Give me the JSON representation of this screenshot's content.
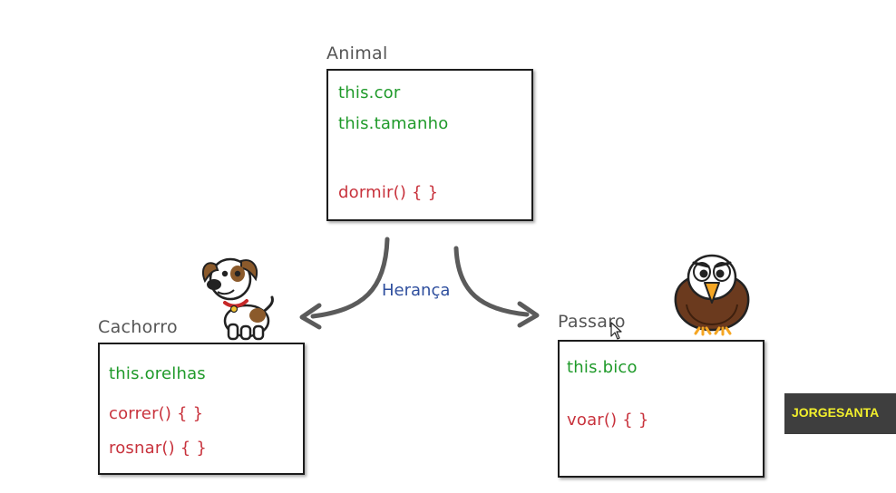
{
  "diagram": {
    "relationship_label": "Herança",
    "classes": {
      "animal": {
        "name": "Animal",
        "attributes": [
          "this.cor",
          "this.tamanho"
        ],
        "methods": [
          "dormir() {  }"
        ]
      },
      "cachorro": {
        "name": "Cachorro",
        "attributes": [
          "this.orelhas"
        ],
        "methods": [
          "correr() {  }",
          "rosnar() {  }"
        ]
      },
      "passaro": {
        "name": "Passaro",
        "attributes": [
          "this.bico"
        ],
        "methods": [
          "voar() {  }"
        ]
      }
    },
    "icons": {
      "dog": "dog-icon",
      "bird": "eagle-icon",
      "cursor": "mouse-cursor-icon"
    }
  },
  "badge": {
    "text": "JORGESANTA"
  },
  "colors": {
    "attribute": "#1f9a2a",
    "method": "#c8323c",
    "relationship": "#2f4f9e",
    "badge_bg": "#3e3e3e",
    "badge_text": "#f2ef2c"
  }
}
